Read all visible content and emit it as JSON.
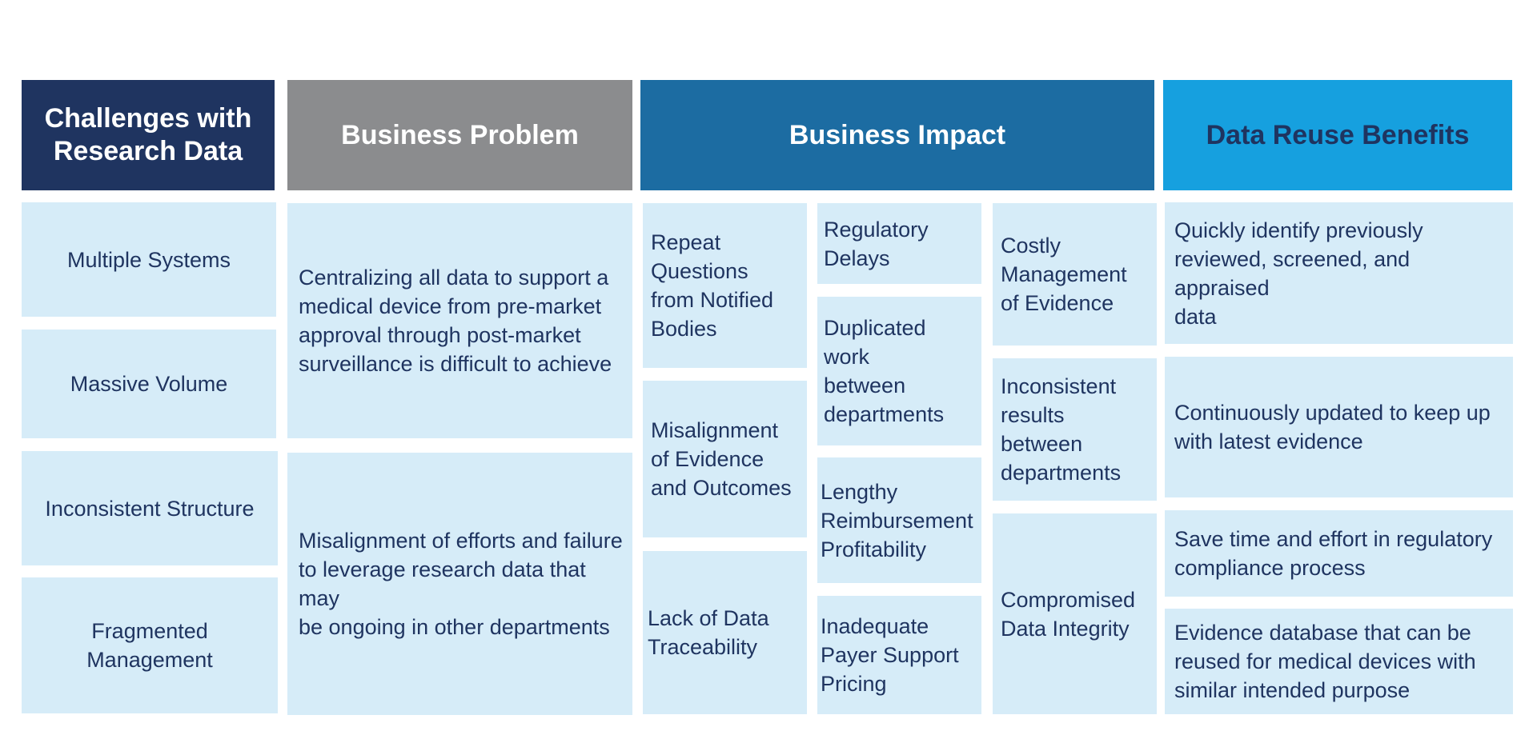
{
  "colors": {
    "challenges_header_bg": "#1f3460",
    "problem_header_bg": "#8b8c8e",
    "impact_header_bg": "#1c6ca2",
    "benefits_header_bg": "#16a0df",
    "cell_bg": "#d6ecf8",
    "text_dark": "#1f3460",
    "header_text_light": "#ffffff"
  },
  "headers": {
    "challenges": "Challenges with\nResearch Data",
    "problem": "Business Problem",
    "impact": "Business Impact",
    "benefits": "Data Reuse Benefits"
  },
  "challenges": [
    "Multiple Systems",
    "Massive Volume",
    "Inconsistent Structure",
    "Fragmented\nManagement"
  ],
  "problems": [
    "Centralizing all data to support a\nmedical device from pre-market\napproval through post-market\nsurveillance is difficult to achieve",
    "Misalignment of efforts and failure\nto leverage research data that may\nbe ongoing in other departments"
  ],
  "impact_col1": [
    "Repeat\nQuestions\nfrom Notified\nBodies",
    "Misalignment\nof Evidence\nand Outcomes",
    "Lack of Data\nTraceability"
  ],
  "impact_col2": [
    "Regulatory\nDelays",
    "Duplicated\nwork\nbetween\ndepartments",
    "Lengthy\nReimbursement\nProfitability",
    "Inadequate\nPayer Support\nPricing"
  ],
  "impact_col3": [
    "Costly\nManagement\nof Evidence",
    "Inconsistent\nresults\nbetween\ndepartments",
    "Compromised\nData Integrity"
  ],
  "benefits": [
    "Quickly identify previously\nreviewed, screened, and appraised\ndata",
    "Continuously updated to keep up\nwith latest evidence",
    "Save time and effort in regulatory\ncompliance process",
    "Evidence database that can be\nreused for medical devices with\nsimilar intended purpose"
  ]
}
